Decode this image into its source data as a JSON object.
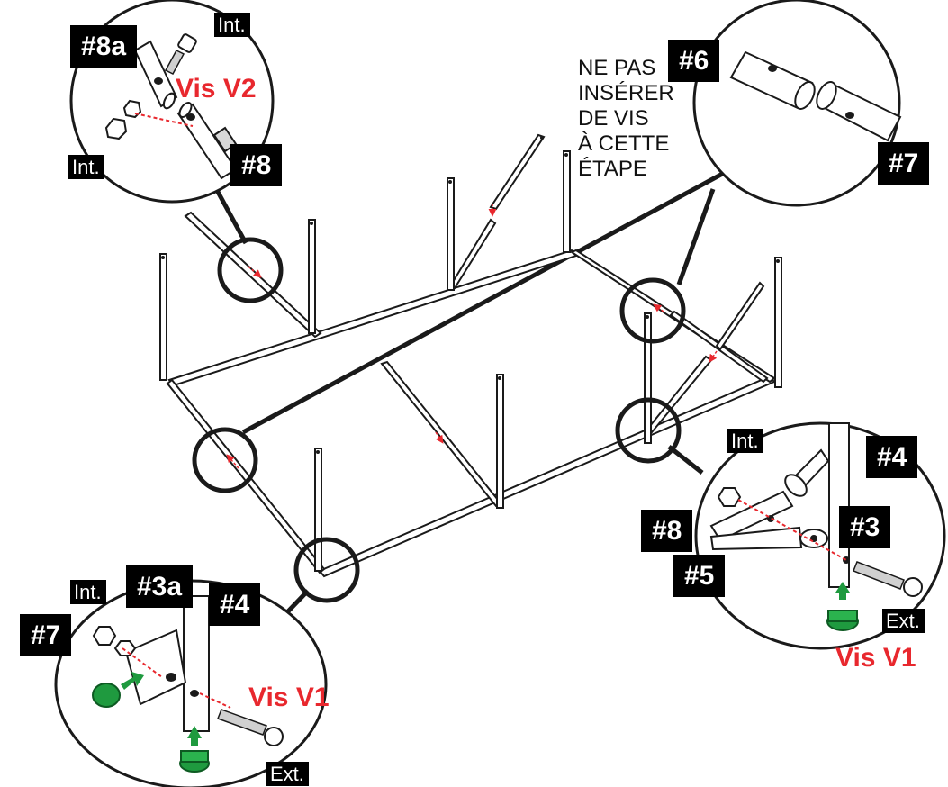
{
  "colors": {
    "line": "#1a1a1a",
    "accent_red": "#e8282e",
    "accent_green": "#1f9a3f",
    "tag_bg": "#000000",
    "tag_text": "#ffffff"
  },
  "note": {
    "lines": [
      "NE PAS",
      "INSÉRER",
      "DE VIS",
      "À CETTE",
      "ÉTAPE"
    ]
  },
  "detail_top_left": {
    "tag_a": "#8a",
    "tag_b": "#8",
    "side_top": "Int.",
    "side_bottom": "Int.",
    "screw": "Vis V2"
  },
  "detail_top_right": {
    "tag_a": "#6",
    "tag_b": "#7"
  },
  "detail_bottom_right": {
    "tag_a": "#4",
    "tag_b": "#3",
    "tag_c": "#8",
    "tag_d": "#5",
    "side_top": "Int.",
    "side_bottom": "Ext.",
    "screw": "Vis V1"
  },
  "detail_bottom_left": {
    "tag_a": "#3a",
    "tag_b": "#4",
    "tag_c": "#7",
    "side_top": "Int.",
    "side_bottom": "Ext.",
    "screw": "Vis V1"
  },
  "icons": [
    "screw-icon",
    "nut-icon",
    "end-cap-icon",
    "foot-plug-icon",
    "arrow-icon"
  ]
}
